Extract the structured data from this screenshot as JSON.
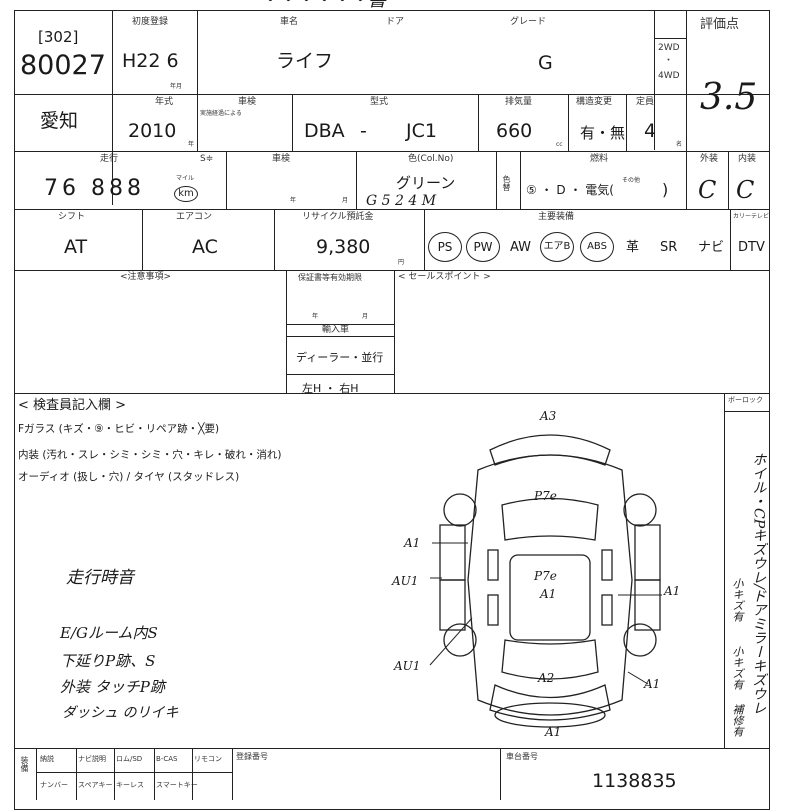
{
  "header": {
    "title_fragment": "・・・・・・書"
  },
  "lot": {
    "venue_code": "[302]",
    "number": "80027"
  },
  "first_reg": {
    "label": "初度登録",
    "value": "H22 6",
    "unit": "年月"
  },
  "car_name": {
    "label": "車名",
    "door_label": "ドア",
    "value": "ライフ"
  },
  "grade": {
    "label": "グレード",
    "value": "G"
  },
  "drive": {
    "opt1": "2WD",
    "sep": "・",
    "opt2": "4WD"
  },
  "score": {
    "label": "評価点",
    "value": "3.5"
  },
  "location": {
    "value": "愛知"
  },
  "model_year": {
    "label": "年式",
    "value": "2010",
    "unit": "年"
  },
  "inspection": {
    "label": "車検",
    "sub": "実施経過による"
  },
  "model": {
    "label": "型式",
    "prefix": "DBA",
    "dash": "-",
    "code": "JC1"
  },
  "displacement": {
    "label": "排気量",
    "value": "660",
    "unit": "cc"
  },
  "modified": {
    "label": "構造変更",
    "value": "有・無"
  },
  "capacity": {
    "label": "定員",
    "value": "4",
    "unit": "名"
  },
  "mileage": {
    "label": "走行",
    "value": "76 888",
    "unit_top": "マイル",
    "unit": "km",
    "s_label": "S≑"
  },
  "vehicle_check": {
    "label": "車検",
    "unit": "年月"
  },
  "color": {
    "label": "色(Col.No)",
    "value": "グリーン",
    "code": "G 5 2 4 M",
    "change": "色替",
    "fuel": "燃料",
    "fuel_opts": "⑤ ・ D ・ 電気(",
    "fuel_other": "その他",
    "fuel_close": ")"
  },
  "exterior": {
    "label": "外装",
    "value": "C"
  },
  "interior": {
    "label": "内装",
    "value": "C"
  },
  "shift": {
    "label": "シフト",
    "value": "AT"
  },
  "ac": {
    "label": "エアコン",
    "value": "AC"
  },
  "recycle": {
    "label": "リサイクル預託金",
    "value": "9,380",
    "unit": "円"
  },
  "equipment": {
    "label": "主要装備",
    "items": [
      "PS",
      "PW",
      "AW",
      "エアB",
      "ABS",
      "革",
      "SR",
      "ナビ",
      "DTV"
    ],
    "circled": [
      true,
      true,
      false,
      true,
      true,
      false,
      false,
      false,
      false
    ],
    "extra_label": "カリーテレビ"
  },
  "notes": {
    "label": "<注意事項>"
  },
  "warranty": {
    "label": "保証書等有効期限",
    "unit": "年月"
  },
  "history": {
    "label": "輸入車",
    "dealer": "ディーラー・並行",
    "handle": "左H ・ 右H"
  },
  "sales_point": {
    "label": "< セールスポイント >"
  },
  "inspector": {
    "label": "< 検査員記入欄 >",
    "line1": "Fガラス (キズ・⑨・ヒビ・リペア跡・╳要)",
    "line2": "内装 (汚れ・スレ・シミ・シミ・穴・キレ・破れ・消れ)",
    "line3": "オーディオ (扱し・穴) / タイヤ (スタッドレス)"
  },
  "handwritten": {
    "noise": "走行時音",
    "notes": [
      "E/Gルーム内S",
      "下延りP跡、S",
      "外装 タッチP跡",
      "ダッシュ のリイキ"
    ]
  },
  "diagram_marks": [
    "A3",
    "P7e",
    "A1",
    "AU1",
    "P7e",
    "A1",
    "A1",
    "AU1",
    "A2",
    "A1",
    "A1"
  ],
  "side_note": {
    "label": "ボーロック",
    "vertical": "ホイル・CPキズウレ/ドアミラーキズウレ",
    "small1": "小キズ有",
    "small2": "小キズ有",
    "repair": "補修有"
  },
  "footer": {
    "row_label": "装備",
    "cells_top": [
      "納説",
      "ナビ説明",
      "ロム/SD",
      "B-CAS",
      "リモコン"
    ],
    "cells_bottom": [
      "ナンバー",
      "スペアキー",
      "キーレス",
      "スマートキー"
    ],
    "reg_label": "登録番号",
    "chassis_label": "車台番号",
    "chassis_value": "1138835"
  }
}
